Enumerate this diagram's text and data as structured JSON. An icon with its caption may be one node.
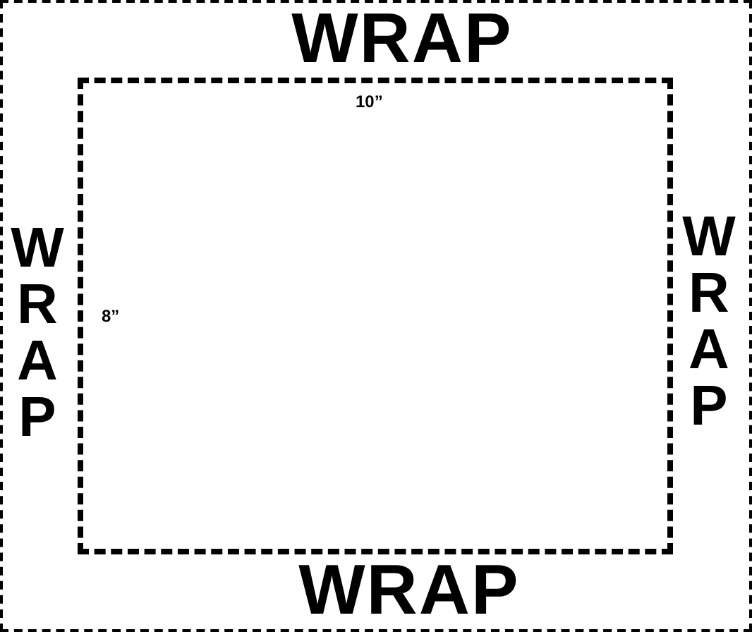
{
  "diagram": {
    "nodes": [
      {
        "text": [
          "WRAP",
          "WRAP",
          "WRAP",
          "WRAP"
        ]
      },
      {
        "text": [],
        "shape": "box",
        "in": 0
      }
    ],
    "labels": [
      "10”",
      "8”"
    ]
  }
}
